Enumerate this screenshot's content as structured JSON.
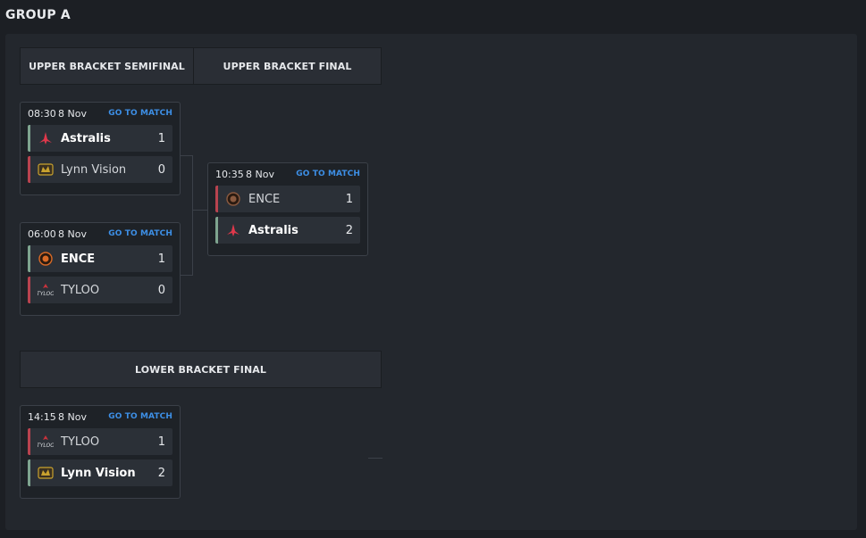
{
  "group_title": "GROUP A",
  "headers": {
    "upper_semifinal": "UPPER BRACKET SEMIFINAL",
    "upper_final": "UPPER BRACKET FINAL",
    "lower_final": "LOWER BRACKET FINAL"
  },
  "go_to_match": "GO TO MATCH",
  "matches": {
    "semi1": {
      "time": "08:30",
      "date": "8 Nov",
      "teams": [
        {
          "name": "Astralis",
          "score": "1",
          "logo": "astralis-logo-icon"
        },
        {
          "name": "Lynn Vision",
          "score": "0",
          "logo": "lynn-vision-logo-icon"
        }
      ]
    },
    "semi2": {
      "time": "06:00",
      "date": "8 Nov",
      "teams": [
        {
          "name": "ENCE",
          "score": "1",
          "logo": "ence-logo-icon"
        },
        {
          "name": "TYLOO",
          "score": "0",
          "logo": "tyloo-logo-icon"
        }
      ]
    },
    "final": {
      "time": "10:35",
      "date": "8 Nov",
      "teams": [
        {
          "name": "ENCE",
          "score": "1",
          "logo": "ence-logo-icon"
        },
        {
          "name": "Astralis",
          "score": "2",
          "logo": "astralis-logo-icon"
        }
      ]
    },
    "lower": {
      "time": "14:15",
      "date": "8 Nov",
      "teams": [
        {
          "name": "TYLOO",
          "score": "1",
          "logo": "tyloo-logo-icon"
        },
        {
          "name": "Lynn Vision",
          "score": "2",
          "logo": "lynn-vision-logo-icon"
        }
      ]
    }
  },
  "colors": {
    "win_accent": "#7ea48f",
    "lose_accent": "#b8434f",
    "link": "#3d8fe6",
    "astralis": "#e0384b",
    "ence": "#d96a26",
    "lynn_vision": "#c9a22e",
    "tyloo": "#c8323c"
  }
}
